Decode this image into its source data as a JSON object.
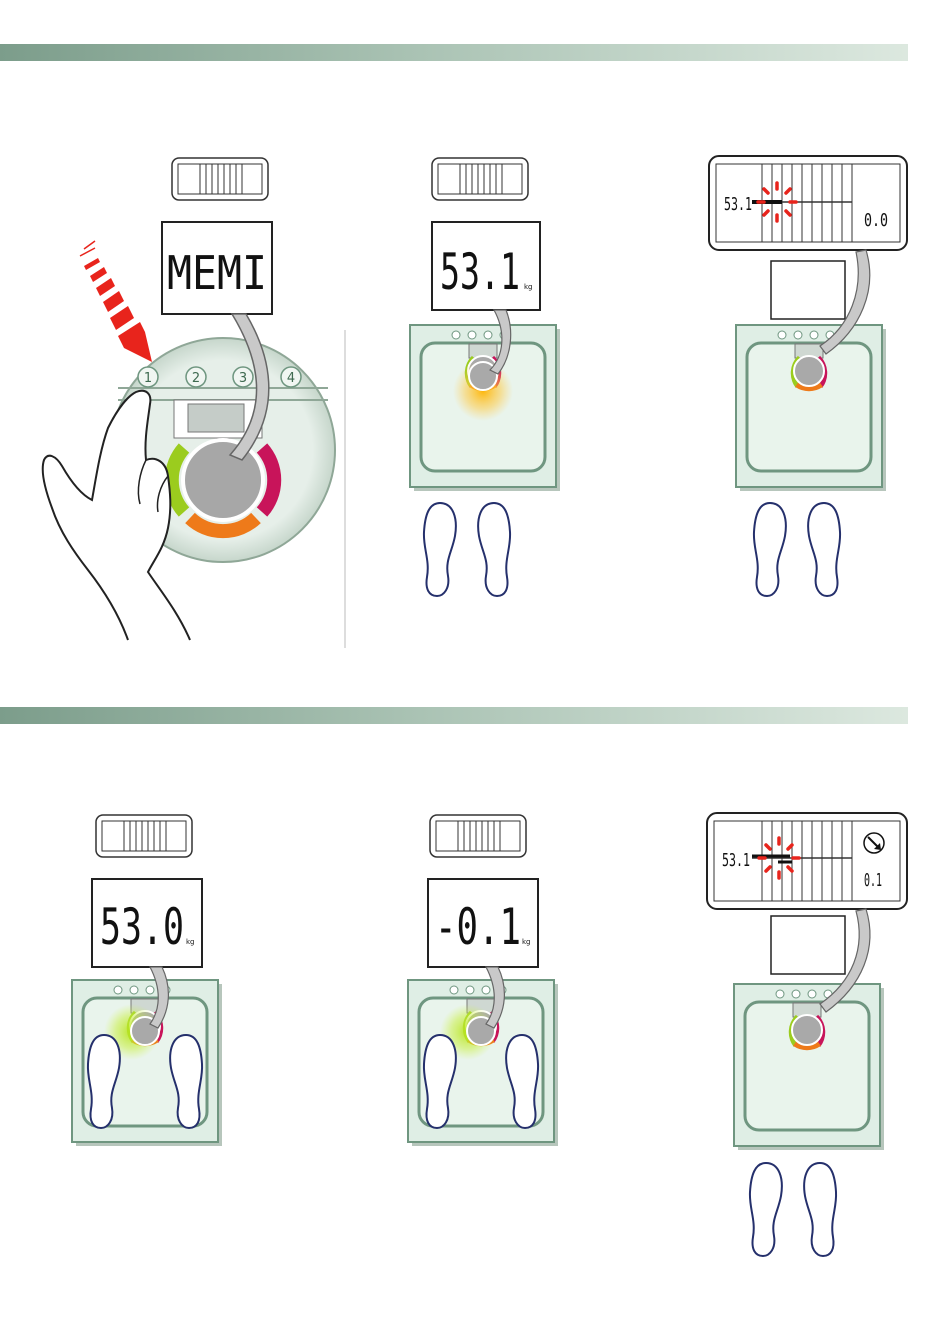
{
  "colors": {
    "band": "#8fae9c",
    "scale_body": "#dfeee5",
    "scale_border": "#6f9680",
    "ring_green": "#9bcc1e",
    "ring_magenta": "#c8145a",
    "ring_orange": "#ee7a1a",
    "glow_orange": "#ffb400",
    "glow_green": "#b6e31c",
    "alert_red": "#e8241c"
  },
  "steps": [
    {
      "id": "1",
      "display": "MEMI",
      "unit": "",
      "memory_buttons": [
        "1",
        "2",
        "3",
        "4"
      ]
    },
    {
      "id": "2",
      "display": "53.1",
      "unit": "kg"
    },
    {
      "id": "3",
      "display_left": "53.1",
      "display_right": "0.0"
    },
    {
      "id": "4",
      "display": "53.0",
      "unit": "kg"
    },
    {
      "id": "5",
      "display": "-0.1",
      "unit": "kg"
    },
    {
      "id": "6",
      "display_left": "53.1",
      "display_right": "0.1"
    }
  ],
  "icons": {
    "hand": "pointing-hand-icon",
    "arrow": "red-dashed-arrow-icon",
    "feet": "footprint-icon",
    "trend": "arrow-down-right-icon"
  }
}
